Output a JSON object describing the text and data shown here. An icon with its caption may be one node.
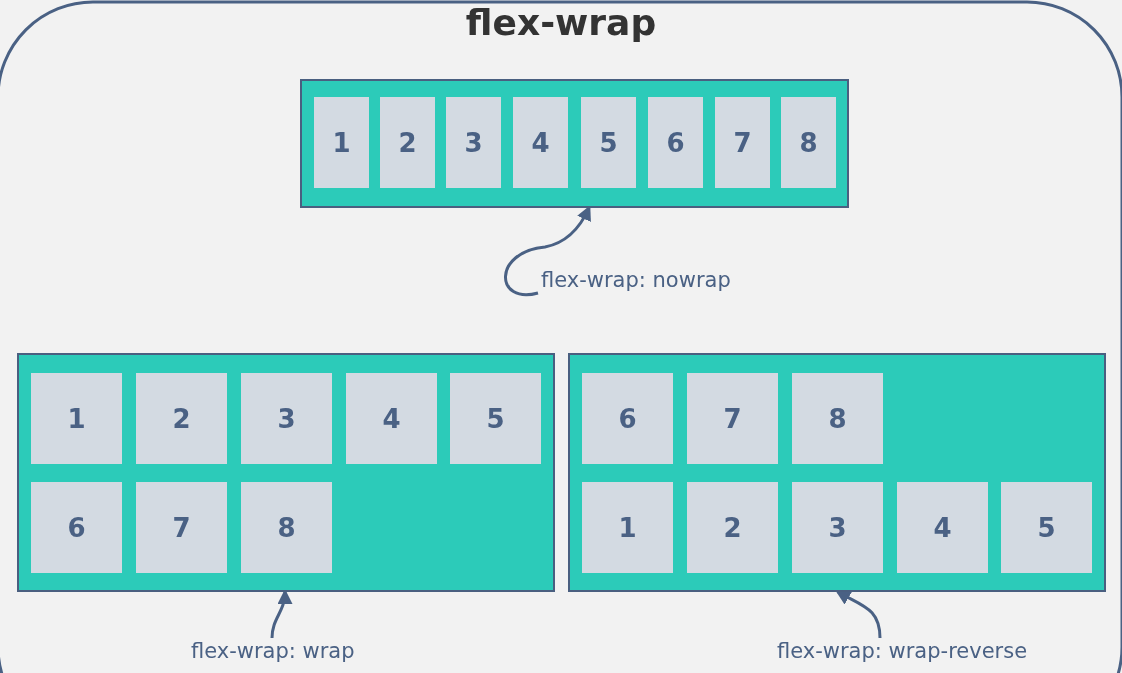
{
  "diagram": {
    "title": "flex-wrap",
    "nodes": [
      {
        "text": [],
        "shape": "box"
      },
      {
        "text": [
          "1"
        ],
        "in": 0
      },
      {
        "text": [
          "2"
        ],
        "in": 0
      },
      {
        "text": [
          "3"
        ],
        "in": 0
      },
      {
        "text": [
          "4"
        ],
        "in": 0
      },
      {
        "text": [
          "5"
        ],
        "in": 0
      },
      {
        "text": [
          "6"
        ],
        "in": 0
      },
      {
        "text": [
          "7"
        ],
        "in": 0
      },
      {
        "text": [
          "8"
        ],
        "in": 0
      },
      {
        "text": [
          "flex-wrap: nowrap"
        ]
      },
      {
        "text": [],
        "shape": "box"
      },
      {
        "text": [
          "1"
        ],
        "in": 10
      },
      {
        "text": [
          "2"
        ],
        "in": 10
      },
      {
        "text": [
          "3"
        ],
        "in": 10
      },
      {
        "text": [
          "4"
        ],
        "in": 10
      },
      {
        "text": [
          "5"
        ],
        "in": 10
      },
      {
        "text": [
          "6"
        ],
        "in": 10
      },
      {
        "text": [
          "7"
        ],
        "in": 10
      },
      {
        "text": [
          "8"
        ],
        "in": 10
      },
      {
        "text": [
          "flex-wrap: wrap"
        ]
      },
      {
        "text": [],
        "shape": "box"
      },
      {
        "text": [
          "6"
        ],
        "in": 20
      },
      {
        "text": [
          "7"
        ],
        "in": 20
      },
      {
        "text": [
          "8"
        ],
        "in": 20
      },
      {
        "text": [
          "1"
        ],
        "in": 20
      },
      {
        "text": [
          "2"
        ],
        "in": 20
      },
      {
        "text": [
          "3"
        ],
        "in": 20
      },
      {
        "text": [
          "4"
        ],
        "in": 20
      },
      {
        "text": [
          "5"
        ],
        "in": 20
      },
      {
        "text": [
          "flex-wrap: wrap-reverse"
        ]
      }
    ],
    "edges": [
      {
        "from": 9,
        "to": 0,
        "arrow": "to"
      },
      {
        "from": 19,
        "to": 10,
        "arrow": "to"
      },
      {
        "from": 29,
        "to": 20,
        "arrow": "to"
      }
    ]
  }
}
